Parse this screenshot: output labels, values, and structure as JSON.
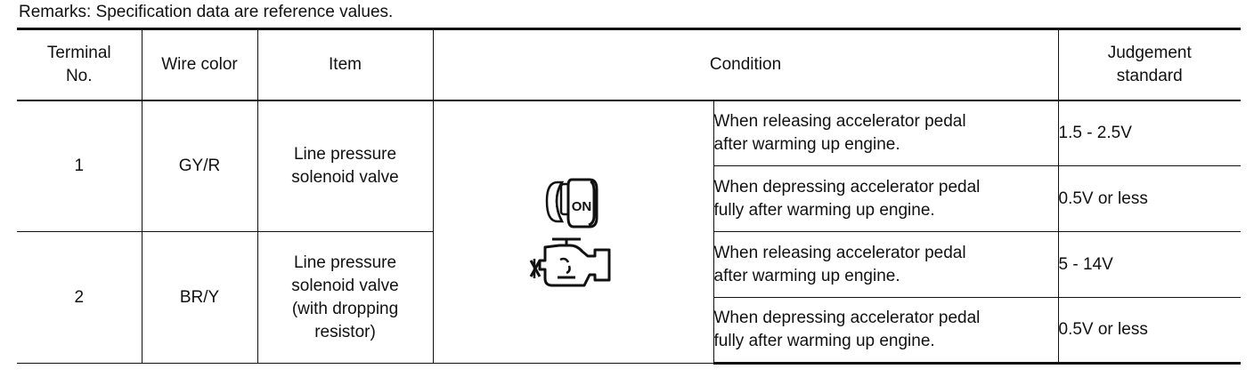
{
  "remarks": "Remarks: Specification data are reference values.",
  "headers": {
    "terminal": [
      "Terminal",
      "No."
    ],
    "wire_color": "Wire color",
    "item": "Item",
    "condition": "Condition",
    "judgement": [
      "Judgement",
      "standard"
    ]
  },
  "icons": {
    "ignition_label": "ON",
    "ignition": "ignition-key-on-icon",
    "engine": "engine-running-icon"
  },
  "rows": [
    {
      "terminal": "1",
      "wire_color": "GY/R",
      "item": [
        "Line pressure",
        "solenoid valve"
      ],
      "conditions": [
        {
          "text": [
            "When releasing accelerator pedal",
            "after warming up engine."
          ],
          "standard": "1.5 - 2.5V"
        },
        {
          "text": [
            "When depressing accelerator pedal",
            "fully after warming up engine."
          ],
          "standard": "0.5V or less"
        }
      ]
    },
    {
      "terminal": "2",
      "wire_color": "BR/Y",
      "item": [
        "Line pressure",
        "solenoid valve",
        "(with dropping",
        "resistor)"
      ],
      "conditions": [
        {
          "text": [
            "When releasing accelerator pedal",
            "after warming up engine."
          ],
          "standard": "5 - 14V"
        },
        {
          "text": [
            "When depressing accelerator pedal",
            "fully after warming up engine."
          ],
          "standard": "0.5V or less"
        }
      ]
    }
  ]
}
